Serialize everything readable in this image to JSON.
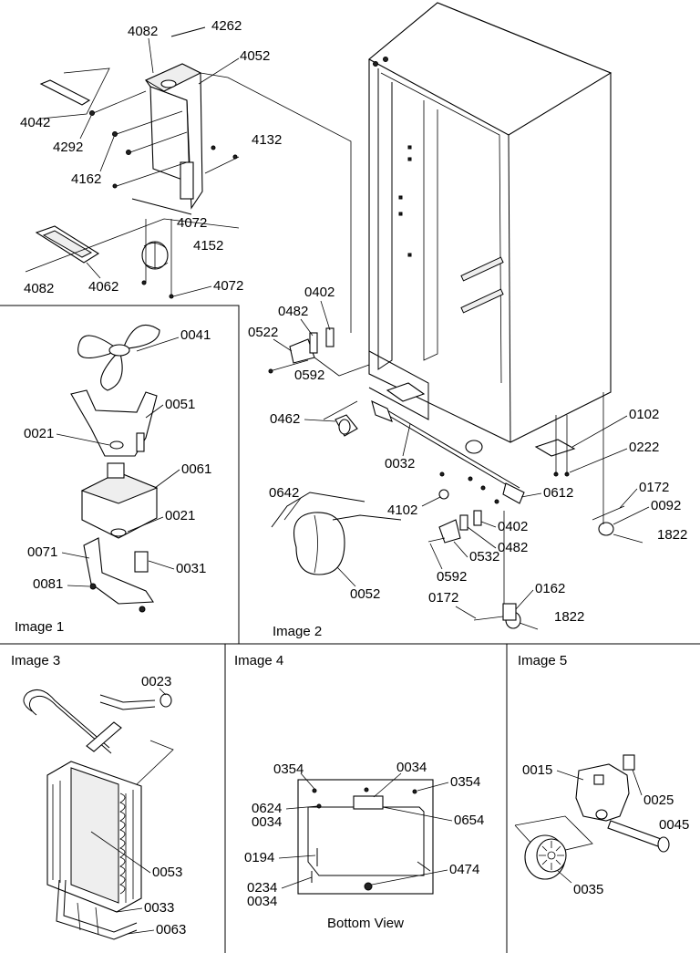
{
  "panel_captions": {
    "image1": "Image 1",
    "image2": "Image 2",
    "image3": "Image 3",
    "image4": "Image 4",
    "image5": "Image 5",
    "bottom_view": "Bottom View"
  },
  "callouts_top": [
    "4082",
    "4262",
    "4052",
    "4042",
    "4292",
    "4162",
    "4132",
    "4072",
    "4152",
    "4082",
    "4062",
    "4072"
  ],
  "callouts_image1": [
    "0041",
    "0051",
    "0021",
    "0061",
    "0021",
    "0071",
    "0031",
    "0081"
  ],
  "callouts_image2": [
    "0402",
    "0482",
    "0522",
    "0592",
    "0462",
    "0102",
    "0222",
    "0642",
    "0032",
    "4102",
    "0612",
    "0172",
    "0092",
    "1822",
    "0402",
    "0482",
    "0532",
    "0592",
    "0052",
    "0172",
    "0162",
    "1822"
  ],
  "callouts_image3": [
    "0023",
    "0053",
    "0033",
    "0063"
  ],
  "callouts_image4": [
    "0354",
    "0034",
    "0354",
    "0624",
    "0034",
    "0654",
    "0194",
    "0474",
    "0234",
    "0034"
  ],
  "callouts_image5": [
    "0015",
    "0025",
    "0045",
    "0035"
  ]
}
